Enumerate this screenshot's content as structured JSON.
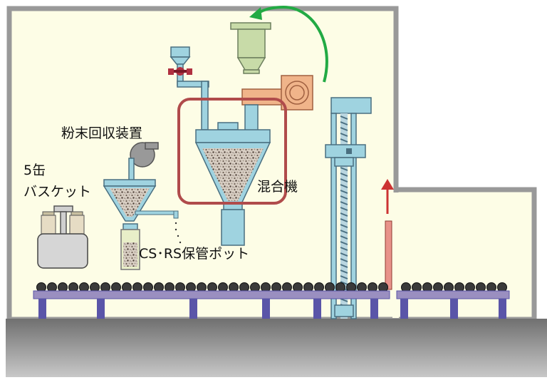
{
  "labels": {
    "powder_recovery": "粉末回収装置",
    "five_can_line1": "5缶",
    "five_can_line2": "バスケット",
    "mixer": "混合機",
    "storage_pot": "CS･RS保管ポット"
  },
  "colors": {
    "room_fill": "#fdfde6",
    "wall": "#999999",
    "floor": "#6a6a6a",
    "conveyor": "#9a8fc0",
    "conveyor_leg": "#5a55a8",
    "equipment": "#9fd3e0",
    "equipment_edge": "#4a6f80",
    "highlight_box": "#b04b4b",
    "motor": "#f0b48a",
    "top_hopper": "#c8dba8",
    "green_arrow": "#22aa44",
    "red_arrow": "#cc3333"
  }
}
